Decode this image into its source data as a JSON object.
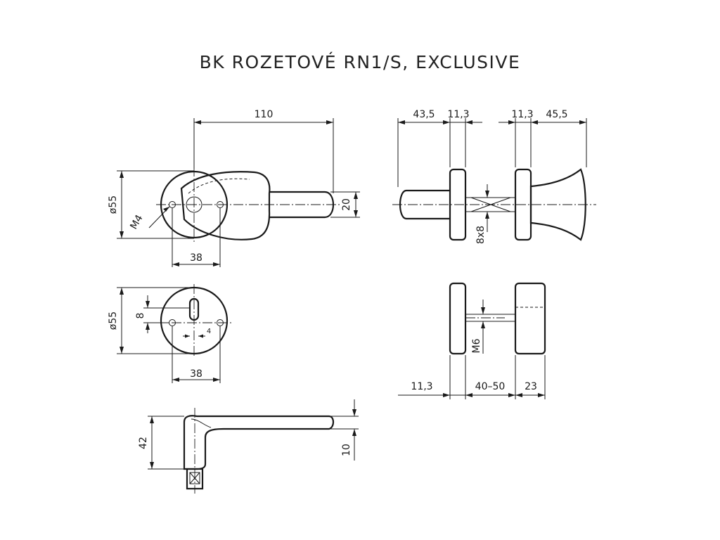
{
  "title": "BK ROZETOVÉ RN1/S, EXCLUSIVE",
  "dimensions": {
    "lever_top_length": "110",
    "lever_top_rose_dia": "ø55",
    "lever_top_screw": "M4",
    "lever_top_spacing": "38",
    "lever_top_grip": "20",
    "side_left_depth": "43,5",
    "side_left_rose": "11,3",
    "side_right_rose": "11,3",
    "side_right_depth": "45,5",
    "side_square": "8x8",
    "key_rose_dia": "ø55",
    "key_height": "8",
    "key_small": "4",
    "key_spacing": "38",
    "knob_rose": "11,3",
    "knob_door": "40–50",
    "knob_depth": "23",
    "knob_screw": "M6",
    "lever_side_height": "42",
    "lever_side_thickness": "10"
  }
}
